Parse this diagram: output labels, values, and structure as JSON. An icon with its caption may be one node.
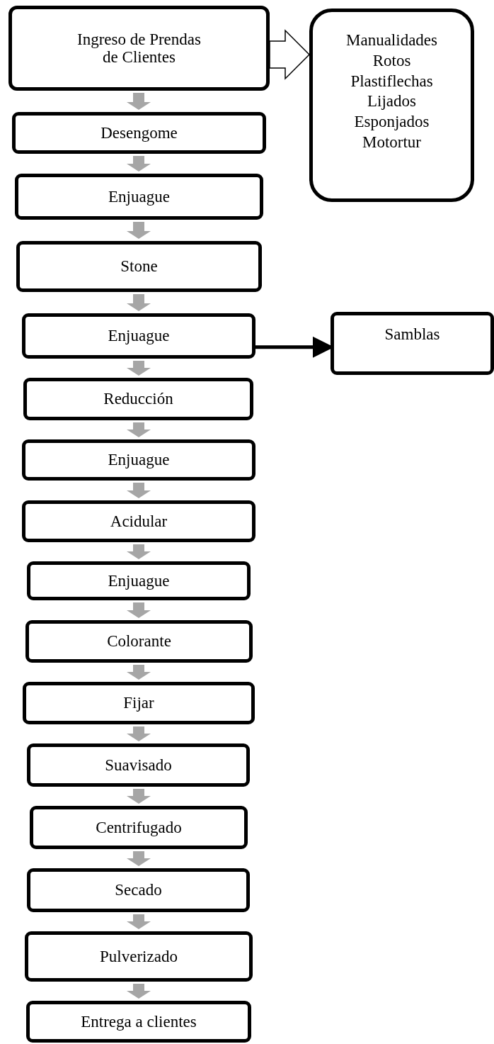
{
  "diagram": {
    "nodes": [
      {
        "text": [
          "Ingreso de Prendas de Clientes"
        ]
      },
      {
        "text": [
          "Manualidades",
          "Rotos",
          "Plastiflechas",
          "Lijados",
          "Esponjados",
          "Motortur"
        ]
      },
      {
        "text": [
          "Desengome"
        ]
      },
      {
        "text": [
          "Enjuague"
        ]
      },
      {
        "text": [
          "Stone"
        ]
      },
      {
        "text": [
          "Enjuague"
        ]
      },
      {
        "text": [
          "Samblas"
        ]
      },
      {
        "text": [
          "Reducción"
        ]
      },
      {
        "text": [
          "Enjuague"
        ]
      },
      {
        "text": [
          "Acidular"
        ]
      },
      {
        "text": [
          "Enjuague"
        ]
      },
      {
        "text": [
          "Colorante"
        ]
      },
      {
        "text": [
          "Fijar"
        ]
      },
      {
        "text": [
          "Suavisado"
        ]
      },
      {
        "text": [
          "Centrifugado"
        ]
      },
      {
        "text": [
          "Secado"
        ]
      },
      {
        "text": [
          "Pulverizado"
        ]
      },
      {
        "text": [
          "Entrega a clientes"
        ]
      }
    ],
    "edges": [
      {
        "from": 0,
        "to": 1,
        "arrow": "to",
        "style": "thick",
        "color": "#000000"
      },
      {
        "from": 0,
        "to": 2,
        "arrow": "to",
        "style": "thick"
      },
      {
        "from": 2,
        "to": 3,
        "arrow": "to",
        "style": "thick"
      },
      {
        "from": 3,
        "to": 4,
        "arrow": "to",
        "style": "thick"
      },
      {
        "from": 4,
        "to": 5,
        "arrow": "to",
        "style": "thick"
      },
      {
        "from": 5,
        "to": 6,
        "arrow": "to",
        "color": "#000000"
      },
      {
        "from": 5,
        "to": 7,
        "arrow": "to",
        "style": "thick"
      },
      {
        "from": 7,
        "to": 8,
        "arrow": "to",
        "style": "thick"
      },
      {
        "from": 8,
        "to": 9,
        "arrow": "to",
        "style": "thick"
      },
      {
        "from": 9,
        "to": 10,
        "arrow": "to",
        "style": "thick"
      },
      {
        "from": 10,
        "to": 11,
        "arrow": "to",
        "style": "thick"
      },
      {
        "from": 11,
        "to": 12,
        "arrow": "to",
        "style": "thick"
      },
      {
        "from": 12,
        "to": 13,
        "arrow": "to",
        "style": "thick"
      },
      {
        "from": 13,
        "to": 14,
        "arrow": "to",
        "style": "thick"
      },
      {
        "from": 14,
        "to": 15,
        "arrow": "to",
        "style": "thick"
      },
      {
        "from": 15,
        "to": 16,
        "arrow": "to",
        "style": "thick"
      },
      {
        "from": 16,
        "to": 17,
        "arrow": "to",
        "style": "thick"
      }
    ]
  }
}
